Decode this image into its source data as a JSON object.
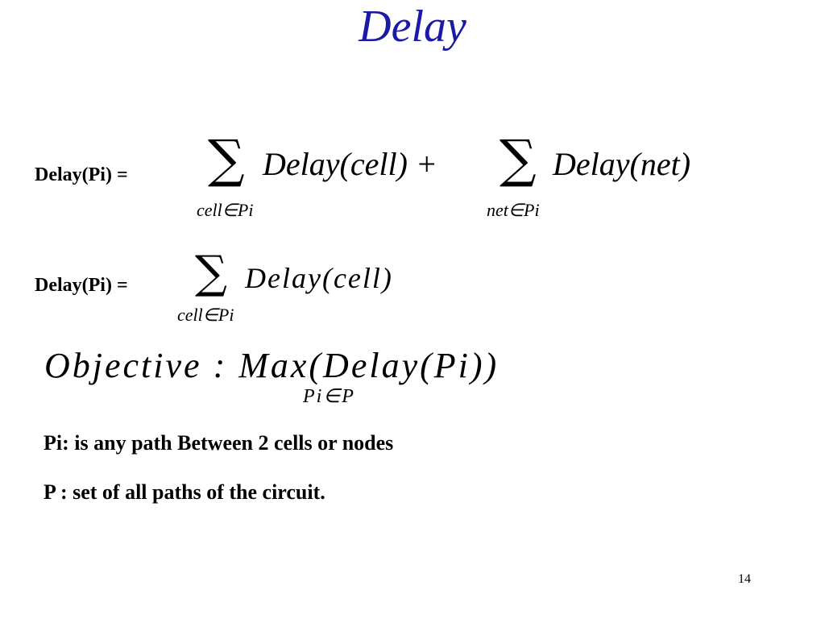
{
  "slide": {
    "title": "Delay",
    "page_number": "14"
  },
  "equations": {
    "eq1": {
      "label": "Delay(Pi) =",
      "sum1_subscript": "cell∈Pi",
      "term1": "Delay(cell) +",
      "sum2_subscript": "net∈Pi",
      "term2": "Delay(net)"
    },
    "eq2": {
      "label": "Delay(Pi) =",
      "sum_subscript": "cell∈Pi",
      "term": "Delay(cell)"
    },
    "objective": {
      "text": "Objective : Max(Delay(Pi))",
      "subscript": "Pi∈P"
    }
  },
  "definitions": [
    "Pi: is any path Between 2 cells or nodes",
    "P : set of all paths of the circuit."
  ]
}
